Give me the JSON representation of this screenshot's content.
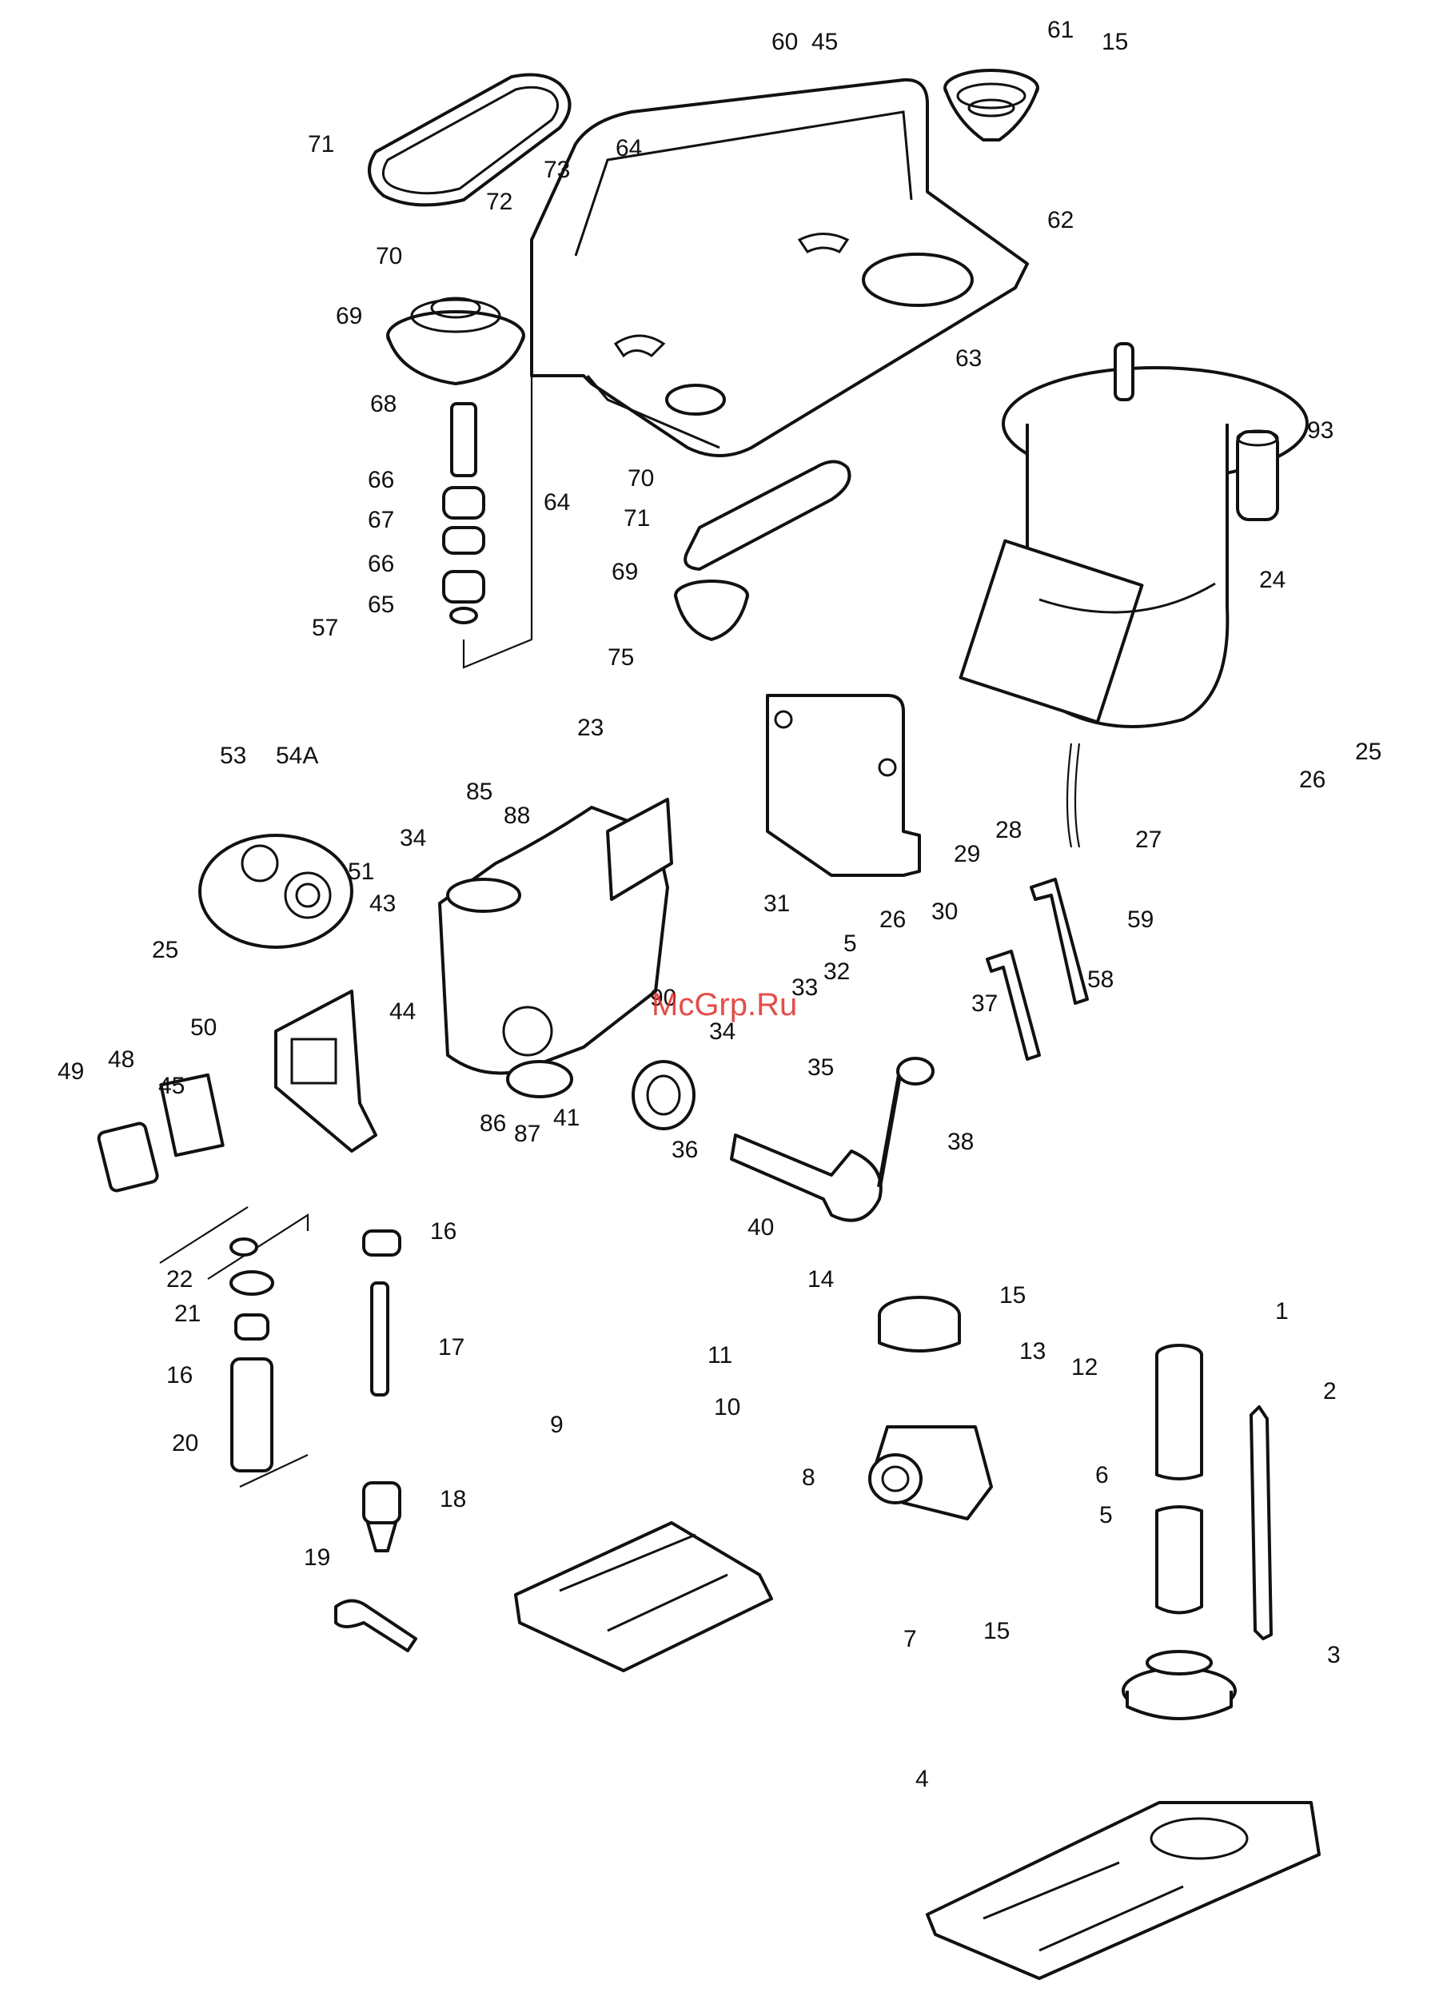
{
  "watermark": {
    "text": "McGrp.Ru",
    "color": "#e0302a"
  },
  "callouts": [
    {
      "label": "60"
    },
    {
      "label": "45"
    },
    {
      "label": "61"
    },
    {
      "label": "15"
    },
    {
      "label": "71"
    },
    {
      "label": "64"
    },
    {
      "label": "73"
    },
    {
      "label": "72"
    },
    {
      "label": "62"
    },
    {
      "label": "70"
    },
    {
      "label": "69"
    },
    {
      "label": "63"
    },
    {
      "label": "68"
    },
    {
      "label": "93"
    },
    {
      "label": "64"
    },
    {
      "label": "70"
    },
    {
      "label": "66"
    },
    {
      "label": "71"
    },
    {
      "label": "67"
    },
    {
      "label": "24"
    },
    {
      "label": "66"
    },
    {
      "label": "69"
    },
    {
      "label": "65"
    },
    {
      "label": "57"
    },
    {
      "label": "75"
    },
    {
      "label": "23"
    },
    {
      "label": "53"
    },
    {
      "label": "54A"
    },
    {
      "label": "25"
    },
    {
      "label": "85"
    },
    {
      "label": "88"
    },
    {
      "label": "26"
    },
    {
      "label": "28"
    },
    {
      "label": "29"
    },
    {
      "label": "27"
    },
    {
      "label": "34"
    },
    {
      "label": "51"
    },
    {
      "label": "43"
    },
    {
      "label": "31"
    },
    {
      "label": "5"
    },
    {
      "label": "26"
    },
    {
      "label": "30"
    },
    {
      "label": "59"
    },
    {
      "label": "25"
    },
    {
      "label": "44"
    },
    {
      "label": "32"
    },
    {
      "label": "33"
    },
    {
      "label": "90"
    },
    {
      "label": "58"
    },
    {
      "label": "50"
    },
    {
      "label": "48"
    },
    {
      "label": "45"
    },
    {
      "label": "34"
    },
    {
      "label": "35"
    },
    {
      "label": "37"
    },
    {
      "label": "49"
    },
    {
      "label": "86"
    },
    {
      "label": "87"
    },
    {
      "label": "41"
    },
    {
      "label": "36"
    },
    {
      "label": "38"
    },
    {
      "label": "40"
    },
    {
      "label": "16"
    },
    {
      "label": "22"
    },
    {
      "label": "14"
    },
    {
      "label": "15"
    },
    {
      "label": "1"
    },
    {
      "label": "21"
    },
    {
      "label": "17"
    },
    {
      "label": "11"
    },
    {
      "label": "13"
    },
    {
      "label": "12"
    },
    {
      "label": "16"
    },
    {
      "label": "10"
    },
    {
      "label": "2"
    },
    {
      "label": "20"
    },
    {
      "label": "9"
    },
    {
      "label": "8"
    },
    {
      "label": "6"
    },
    {
      "label": "18"
    },
    {
      "label": "5"
    },
    {
      "label": "19"
    },
    {
      "label": "15"
    },
    {
      "label": "7"
    },
    {
      "label": "3"
    },
    {
      "label": "4"
    }
  ]
}
